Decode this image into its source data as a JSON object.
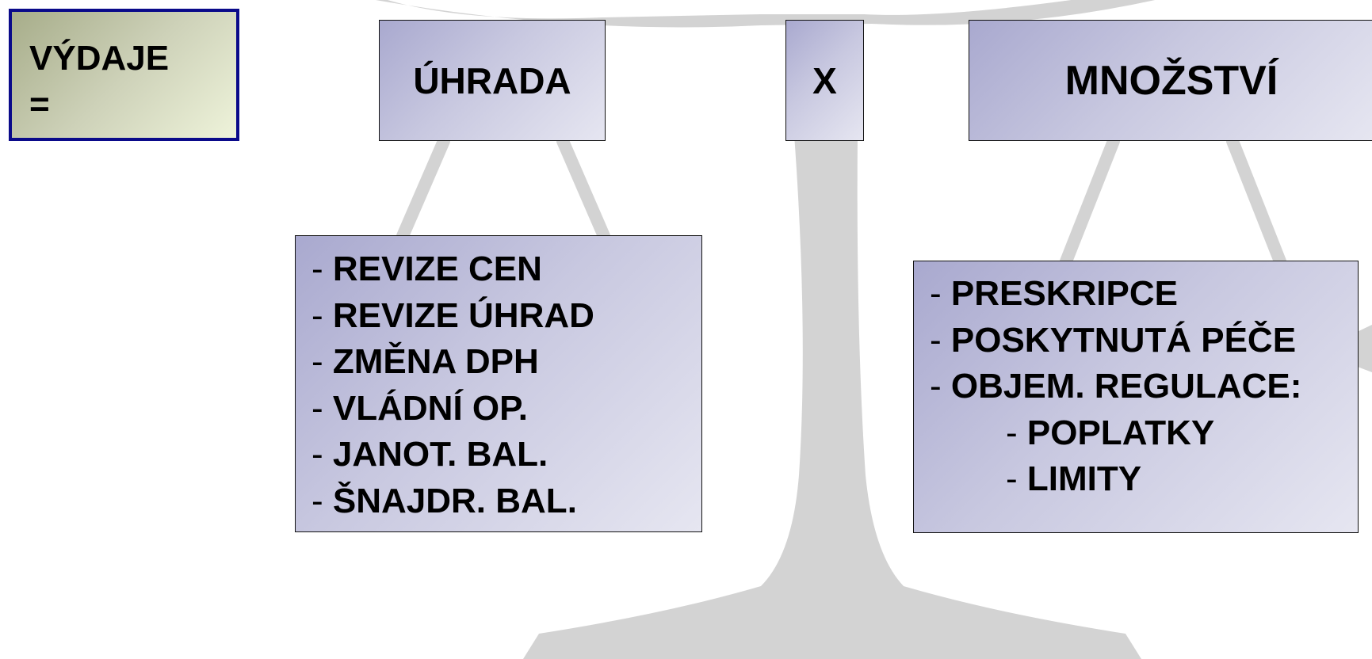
{
  "equation": {
    "result_label_line1": "VÝDAJE",
    "result_label_line2": "=",
    "factor_a": "ÚHRADA",
    "operator": "X",
    "factor_b": "MNOŽSTVÍ"
  },
  "uhrada_items": [
    {
      "dash": "- ",
      "text": "REVIZE CEN"
    },
    {
      "dash": "- ",
      "text": "REVIZE ÚHRAD"
    },
    {
      "dash": "- ",
      "text": "ZMĚNA DPH"
    },
    {
      "dash": "- ",
      "text": "VLÁDNÍ OP."
    },
    {
      "dash": "- ",
      "text": "JANOT. BAL."
    },
    {
      "dash": "- ",
      "text": "ŠNAJDR. BAL."
    }
  ],
  "mnozstvi_items": [
    {
      "dash": "- ",
      "text": "PRESKRIPCE"
    },
    {
      "dash": "- ",
      "text": "POSKYTNUTÁ PÉČE"
    },
    {
      "dash": "- ",
      "text": "OBJEM. REGULACE:"
    },
    {
      "dash": "- ",
      "text": "POPLATKY"
    },
    {
      "dash": "- ",
      "text": "LIMITY"
    }
  ],
  "colors": {
    "scale_grey": "#d3d3d3",
    "box_gradient_start": "#a9a9cf",
    "box_gradient_end": "#e6e6f1",
    "vydaje_border": "#0a0a8a",
    "vydaje_gradient_start": "#a7ad8a",
    "vydaje_gradient_end": "#eef3da"
  }
}
